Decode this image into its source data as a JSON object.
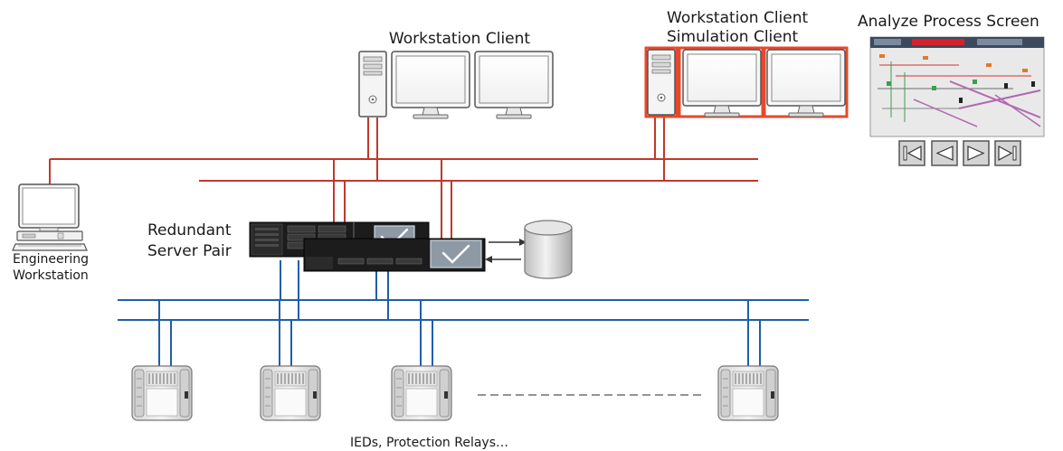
{
  "labels": {
    "workstation_client": "Workstation Client",
    "workstation_client_2": "Workstation Client",
    "simulation_client": "Simulation Client",
    "analyze_process_screen": "Analyze Process Screen",
    "redundant_line1": "Redundant",
    "redundant_line2": "Server Pair",
    "engineering_line1": "Engineering",
    "engineering_line2": "Workstation",
    "ieds": "IEDs, Protection Relays…"
  },
  "colors": {
    "control_network": "#c0392b",
    "field_network": "#1f5fa8",
    "highlight": "#e8482b"
  },
  "icons": [
    "tower-pc-icon",
    "monitor-icon",
    "server-rack-icon",
    "database-icon",
    "ied-relay-icon",
    "media-first-icon",
    "media-prev-icon",
    "media-next-icon",
    "media-last-icon"
  ]
}
